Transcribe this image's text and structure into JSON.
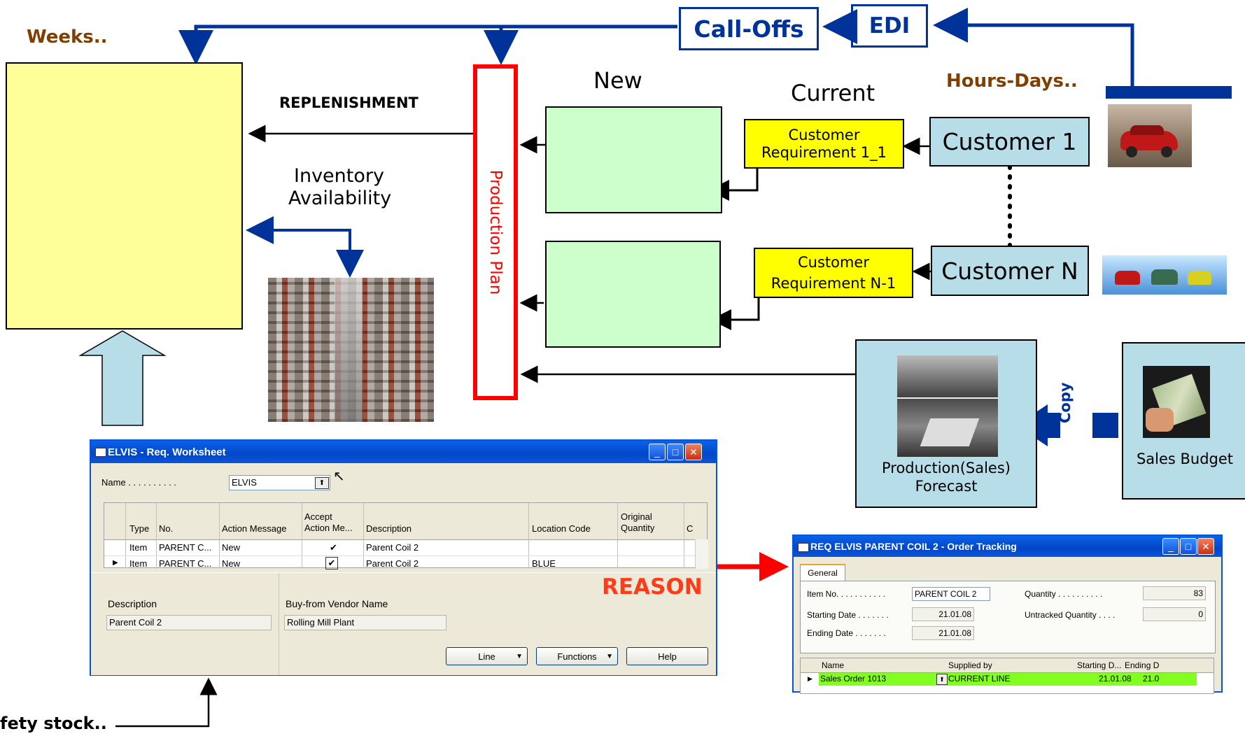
{
  "labels": {
    "weeks": "Weeks..",
    "hours_days": "Hours-Days..",
    "replenishment": "REPLENISHMENT",
    "inventory_line1": "Inventory",
    "inventory_line2": "Availability",
    "new": "New",
    "current": "Current",
    "production_plan": "Production Plan",
    "call_offs": "Call-Offs",
    "edi": "EDI",
    "customer_1": "Customer 1",
    "customer_n": "Customer N",
    "cust_req_1_line1": "Customer",
    "cust_req_1_line2": "Requirement 1_1",
    "cust_req_n_line1": "Customer",
    "cust_req_n_line2": "Requirement N-1",
    "forecast_line1": "Production(Sales)",
    "forecast_line2": "Forecast",
    "sales_budget": "Sales Budget",
    "copy": "Copy",
    "reason": "REASON",
    "safety_stock": "fety stock.."
  },
  "worksheet": {
    "title": "ELVIS - Req. Worksheet",
    "name_label": "Name . . . . . . . . . .",
    "name_value": "ELVIS",
    "columns": [
      {
        "line1": "",
        "line2": "Type"
      },
      {
        "line1": "",
        "line2": "No."
      },
      {
        "line1": "",
        "line2": "Action Message"
      },
      {
        "line1": "Accept",
        "line2": "Action Me..."
      },
      {
        "line1": "",
        "line2": "Description"
      },
      {
        "line1": "",
        "line2": "Location Code"
      },
      {
        "line1": "Original",
        "line2": "Quantity"
      },
      {
        "line1": "",
        "line2": "C"
      }
    ],
    "rows": [
      {
        "type": "Item",
        "no": "PARENT C...",
        "action": "New",
        "accept": "✔",
        "description": "Parent Coil 2",
        "location": "",
        "qty": ""
      },
      {
        "type": "Item",
        "no": "PARENT C...",
        "action": "New",
        "accept": "✔",
        "description": "Parent Coil 2",
        "location": "BLUE",
        "qty": ""
      }
    ],
    "description_label": "Description",
    "description_value": "Parent Coil 2",
    "vendor_label": "Buy-from Vendor Name",
    "vendor_value": "Rolling Mill Plant",
    "buttons": {
      "line": "Line",
      "functions": "Functions",
      "help": "Help"
    }
  },
  "tracking": {
    "title": "REQ ELVIS PARENT COIL 2 - Order Tracking",
    "tab": "General",
    "item_no_label": "Item No. . . . . . . . . . .",
    "item_no_value": "PARENT COIL 2",
    "starting_date_label": "Starting Date . . . . . . .",
    "starting_date_value": "21.01.08",
    "ending_date_label": "Ending Date . . . . . . .",
    "ending_date_value": "21.01.08",
    "quantity_label": "Quantity . . . . . . . . . .",
    "quantity_value": "83",
    "untracked_label": "Untracked Quantity . . . .",
    "untracked_value": "0",
    "columns": [
      "Name",
      "Supplied by",
      "Starting D...",
      "Ending D"
    ],
    "row": {
      "name": "Sales Order 1013",
      "supplied_by": "CURRENT LINE",
      "starting": "21.01.08",
      "ending": "21.0"
    }
  },
  "colors": {
    "yellow_box": "#ffff99",
    "green_box": "#ccffcc",
    "req_yellow": "#ffff00",
    "customer_blue": "#b7dde8",
    "navy": "#003399",
    "red": "#ff0000",
    "brown": "#7f3f00",
    "highlight_green": "#80ff20"
  }
}
